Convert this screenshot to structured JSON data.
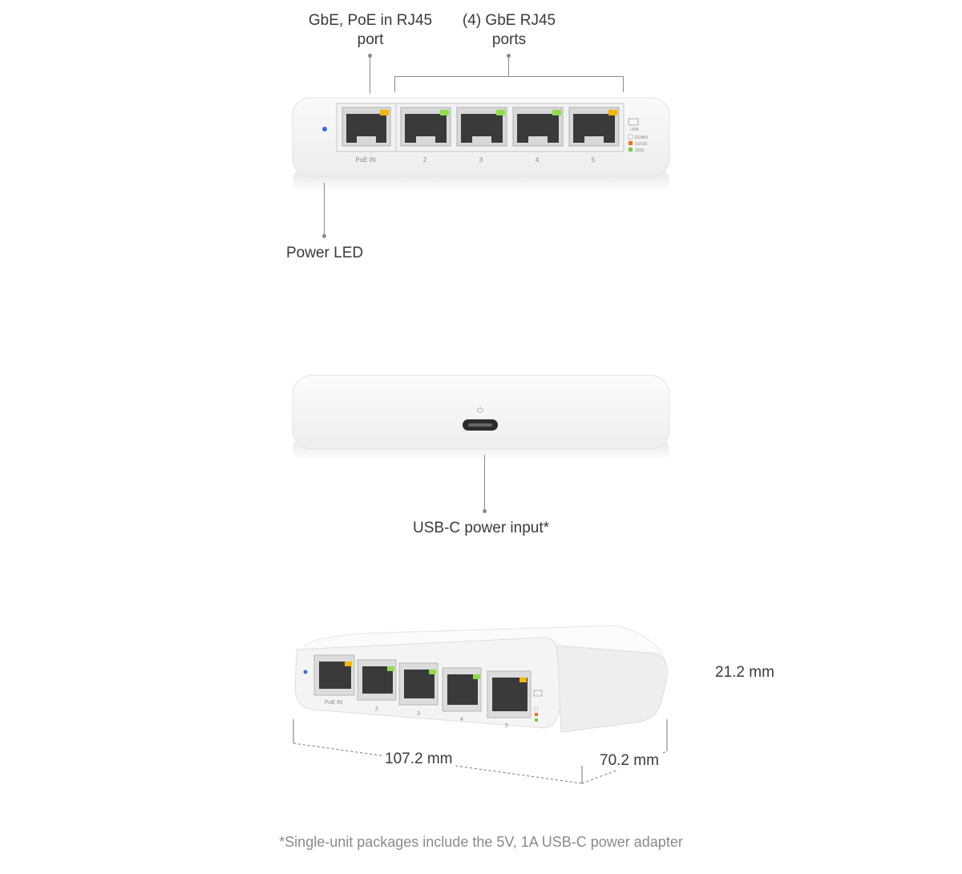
{
  "labels": {
    "poe_port": [
      "GbE, PoE in RJ45",
      "port"
    ],
    "gbe_ports": [
      "(4) GbE RJ45",
      "ports"
    ],
    "power_led": "Power LED",
    "usbc": "USB-C power input*",
    "height": "21.2 mm",
    "width": "107.2 mm",
    "depth": "70.2 mm"
  },
  "device": {
    "port_label_poe": "PoE IN",
    "port_numbers": [
      "2",
      "3",
      "4",
      "5"
    ],
    "legend_title": "LINK",
    "legend": [
      {
        "text": "DOWN",
        "color": "#ffffff"
      },
      {
        "text": "10/100",
        "color": "#e8761f"
      },
      {
        "text": "1000",
        "color": "#7ac943"
      }
    ],
    "led_colors": {
      "amber": "#f4b400",
      "green": "#8fdc4a",
      "power": "#3b6fd8"
    }
  },
  "footnote": "*Single-unit packages include the 5V, 1A USB-C power adapter"
}
